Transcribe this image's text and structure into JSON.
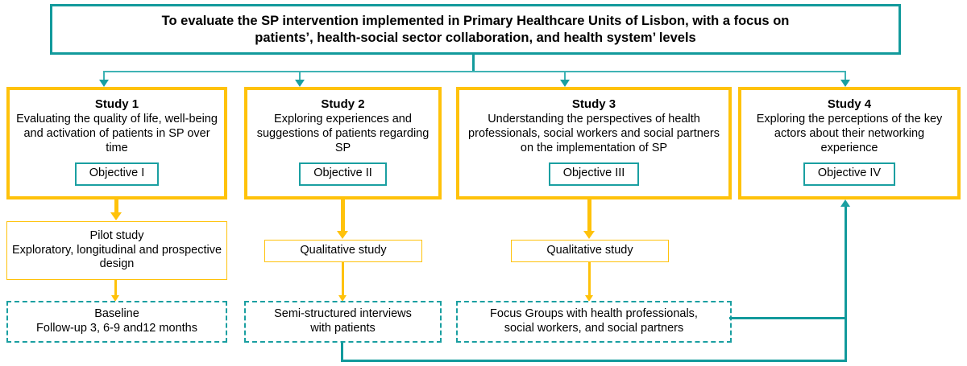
{
  "diagram": {
    "title": "Study design flowchart",
    "colors": {
      "teal": "#129a9c",
      "teal_light": "#3fb3b4",
      "gold": "#ffc20a",
      "text": "#000000",
      "background": "#ffffff"
    }
  },
  "aim": {
    "line1": "To evaluate the SP intervention implemented in Primary Healthcare Units of Lisbon, with a focus on",
    "line2": "patients’, health-social sector collaboration, and health system’ levels"
  },
  "studies": [
    {
      "id": "study-1",
      "title": "Study 1",
      "description": "Evaluating the quality of life, well-being and activation of patients in SP over time",
      "objective": "Objective I"
    },
    {
      "id": "study-2",
      "title": "Study 2",
      "description": "Exploring experiences and suggestions of patients regarding SP",
      "objective": "Objective II"
    },
    {
      "id": "study-3",
      "title": "Study 3",
      "description": "Understanding the perspectives of health professionals, social workers and social partners on the implementation of SP",
      "objective": "Objective III"
    },
    {
      "id": "study-4",
      "title": "Study 4",
      "description": "Exploring the perceptions of the key actors about their networking experience",
      "objective": "Objective IV"
    }
  ],
  "methods": [
    {
      "id": "pilot-study",
      "line1": "Pilot study",
      "line2": "Exploratory, longitudinal and prospective design"
    },
    {
      "id": "qualitative-study-1",
      "label": "Qualitative study"
    },
    {
      "id": "qualitative-study-2",
      "label": "Qualitative study"
    }
  ],
  "data_collection": [
    {
      "id": "baseline",
      "line1": "Baseline",
      "line2": "Follow-up 3, 6-9 and12 months"
    },
    {
      "id": "interviews",
      "line1": "Semi-structured interviews",
      "line2": "with patients"
    },
    {
      "id": "focus-groups",
      "line1": "Focus Groups with health professionals,",
      "line2": "social workers, and social partners"
    }
  ]
}
